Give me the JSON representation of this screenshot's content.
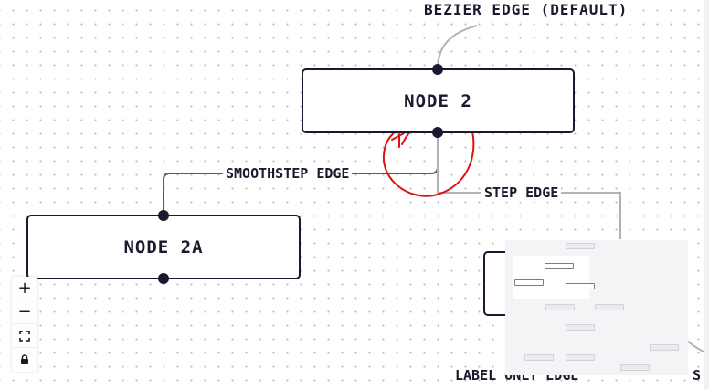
{
  "nodes": {
    "node2": "NODE 2",
    "node2a": "NODE 2A"
  },
  "edges": {
    "bezier_label": "BEZIER EDGE (DEFAULT)",
    "smoothstep_label": "SMOOTHSTEP EDGE",
    "step_label": "STEP EDGE",
    "label_only_label": "LABEL ONLY EDGE",
    "right_cut_label": "S"
  },
  "controls": {
    "zoom_in": "+",
    "zoom_out": "−",
    "fit_view": "⛶",
    "lock": "🔒"
  },
  "colors": {
    "node_border": "#1a1a2e",
    "edge_stroke": "#b1b1b7",
    "annotation": "#e01010",
    "minimap_bg": "#f3f4f6"
  },
  "icons": [
    "zoom-in-icon",
    "zoom-out-icon",
    "fit-view-icon",
    "lock-icon"
  ]
}
